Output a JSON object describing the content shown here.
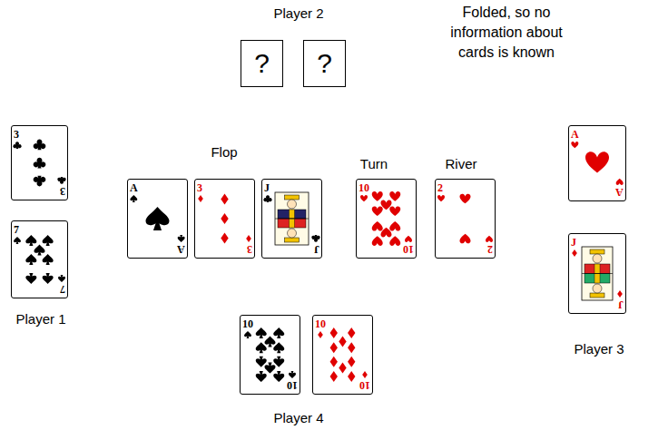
{
  "diagram": {
    "nodes": [
      {
        "text": [
          "?"
        ]
      },
      {
        "text": [
          "?"
        ]
      },
      {
        "text": [
          "3",
          "3"
        ]
      },
      {
        "text": [
          "7",
          "7"
        ]
      },
      {
        "text": [
          "A",
          "A"
        ]
      },
      {
        "text": [
          "3",
          "3"
        ]
      },
      {
        "text": [
          "J",
          "J"
        ]
      },
      {
        "text": [
          "10",
          "10"
        ]
      },
      {
        "text": [
          "2",
          "2"
        ]
      },
      {
        "text": [
          "A",
          "A"
        ]
      },
      {
        "text": [
          "J",
          "J"
        ]
      },
      {
        "text": [
          "10",
          "10"
        ]
      },
      {
        "text": [
          "10",
          "10"
        ]
      }
    ],
    "labels": [
      "Player 2",
      "Folded, so no information about cards is known",
      "Flop",
      "Turn",
      "River",
      "Player 1",
      "Player 3",
      "Player 4"
    ]
  }
}
